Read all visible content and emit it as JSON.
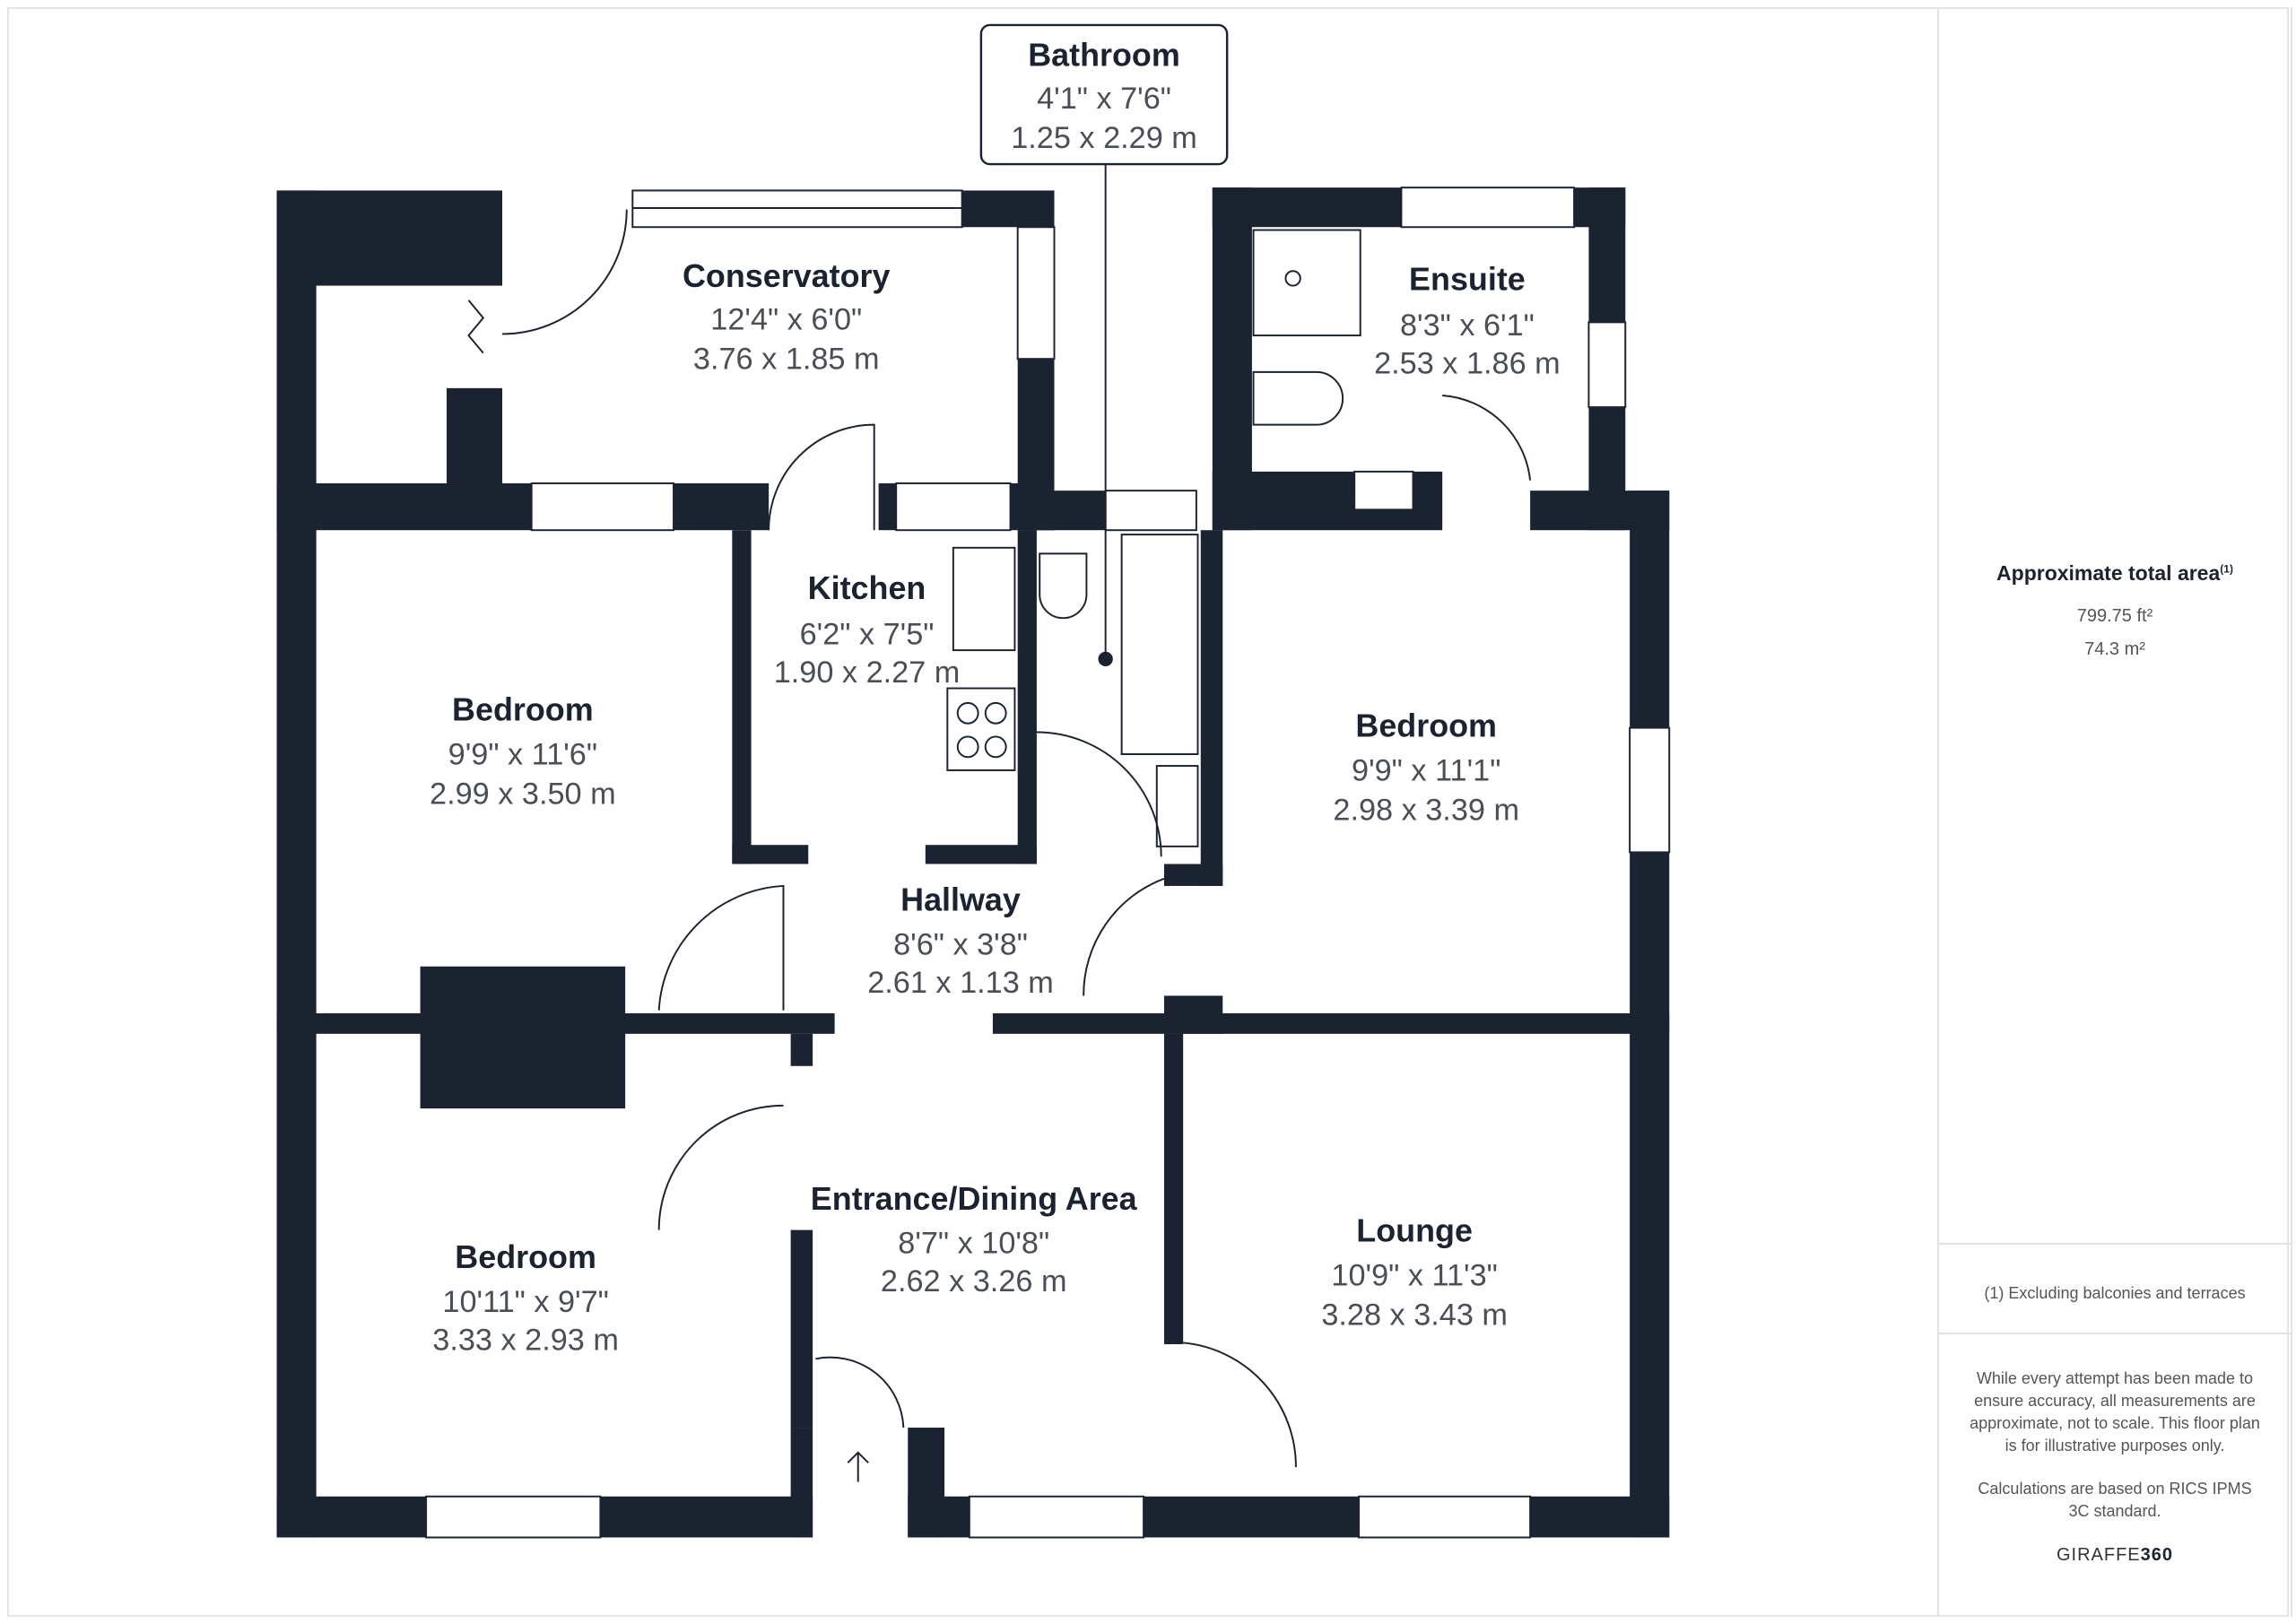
{
  "rooms": {
    "bathroom": {
      "name": "Bathroom",
      "imperial": "4'1\" x 7'6\"",
      "metric": "1.25 x 2.29 m"
    },
    "conservatory": {
      "name": "Conservatory",
      "imperial": "12'4\" x 6'0\"",
      "metric": "3.76 x 1.85 m"
    },
    "ensuite": {
      "name": "Ensuite",
      "imperial": "8'3\" x 6'1\"",
      "metric": "2.53 x 1.86 m"
    },
    "kitchen": {
      "name": "Kitchen",
      "imperial": "6'2\" x 7'5\"",
      "metric": "1.90 x 2.27 m"
    },
    "bedroom1": {
      "name": "Bedroom",
      "imperial": "9'9\" x 11'6\"",
      "metric": "2.99 x 3.50 m"
    },
    "bedroom2": {
      "name": "Bedroom",
      "imperial": "9'9\" x 11'1\"",
      "metric": "2.98 x 3.39 m"
    },
    "hallway": {
      "name": "Hallway",
      "imperial": "8'6\" x 3'8\"",
      "metric": "2.61 x 1.13 m"
    },
    "entrance": {
      "name": "Entrance/Dining Area",
      "imperial": "8'7\" x 10'8\"",
      "metric": "2.62 x 3.26 m"
    },
    "bedroom3": {
      "name": "Bedroom",
      "imperial": "10'11\" x 9'7\"",
      "metric": "3.33 x 2.93 m"
    },
    "lounge": {
      "name": "Lounge",
      "imperial": "10'9\" x 11'3\"",
      "metric": "3.28 x 3.43 m"
    }
  },
  "panel": {
    "area_title": "Approximate total area",
    "area_note_marker": "(1)",
    "area_ft": "799.75 ft²",
    "area_m": "74.3 m²",
    "footnote": "(1) Excluding balconies and terraces",
    "disclaimer": "While every attempt has been made to ensure accuracy, all measurements are approximate, not to scale. This floor plan is for illustrative purposes only.",
    "calc_note": "Calculations are based on RICS IPMS 3C standard.",
    "brand_light": "GIRAFFE",
    "brand_bold": "360"
  },
  "colors": {
    "wall": "#1b2330",
    "text_secondary": "#4a4f57"
  }
}
